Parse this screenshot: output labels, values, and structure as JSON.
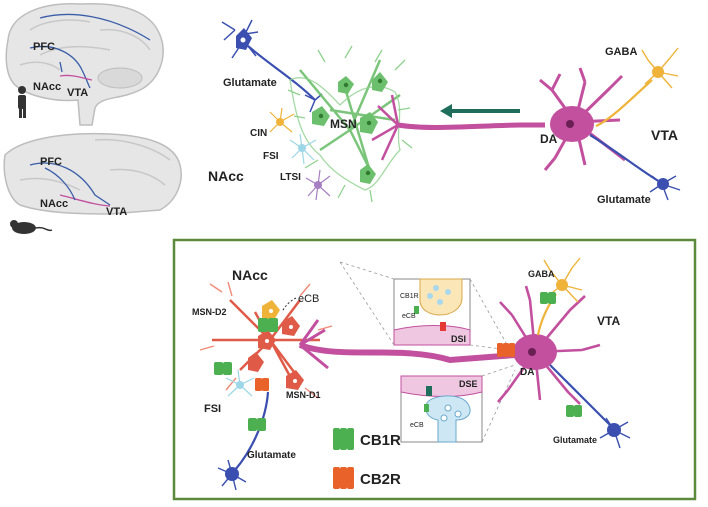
{
  "brain_panel": {
    "human": {
      "pfc": "PFC",
      "nacc": "NAcc",
      "vta": "VTA"
    },
    "rodent": {
      "pfc": "PFC",
      "nacc": "NAcc",
      "vta": "VTA"
    }
  },
  "top_panel": {
    "glutamate_left": "Glutamate",
    "msn": "MSN",
    "cin": "CIN",
    "fsi": "FSI",
    "ltsi": "LTSI",
    "nacc": "NAcc",
    "gaba": "GABA",
    "da": "DA",
    "vta": "VTA",
    "glutamate_right": "Glutamate"
  },
  "bottom_panel": {
    "nacc": "NAcc",
    "ecb": "eCB",
    "msn_d2": "MSN-D2",
    "msn_d1": "MSN-D1",
    "fsi": "FSI",
    "glutamate_left": "Glutamate",
    "gaba": "GABA",
    "vta": "VTA",
    "da": "DA",
    "glutamate_right": "Glutamate",
    "dsi_inset": {
      "cb1r": "CB1R",
      "ecb": "eCB",
      "title": "DSI"
    },
    "dse_inset": {
      "title": "DSE",
      "ecb": "eCB"
    }
  },
  "legend": {
    "cb1r": {
      "label": "CB1R",
      "color": "#4caf50"
    },
    "cb2r": {
      "label": "CB2R",
      "color": "#e8622a"
    }
  },
  "colors": {
    "dopamine": "#c2509e",
    "msn": "#6cbf6c",
    "glutamate": "#3a4fb0",
    "gaba": "#f0b33a",
    "arrow": "#1f6e5c",
    "frame": "#5a8a3a"
  }
}
